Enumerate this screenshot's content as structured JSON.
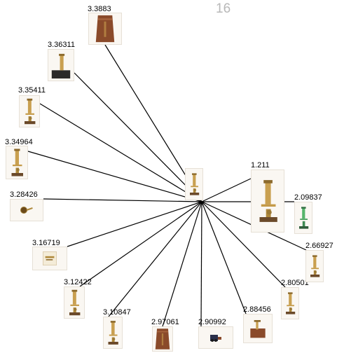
{
  "page_number": "16",
  "center": {
    "name": "query-microscope-thumbnail",
    "icon": "brass-microscope"
  },
  "neighbors": [
    {
      "label": "3.3883",
      "icon": "wooden-box-microscope"
    },
    {
      "label": "3.36311",
      "icon": "dark-base-microscope"
    },
    {
      "label": "3.35411",
      "icon": "brass-microscope"
    },
    {
      "label": "3.34964",
      "icon": "brass-microscope"
    },
    {
      "label": "3.28426",
      "icon": "magnifier-handle"
    },
    {
      "label": "3.16719",
      "icon": "cased-instrument"
    },
    {
      "label": "3.12422",
      "icon": "brass-microscope"
    },
    {
      "label": "3.10847",
      "icon": "brass-microscope"
    },
    {
      "label": "2.97061",
      "icon": "wooden-box-microscope"
    },
    {
      "label": "2.90992",
      "icon": "small-box-device"
    },
    {
      "label": "2.88456",
      "icon": "wooden-box-device"
    },
    {
      "label": "2.80501",
      "icon": "brass-microscope"
    },
    {
      "label": "2.66927",
      "icon": "brass-microscope"
    },
    {
      "label": "2.09837",
      "icon": "green-microscope"
    },
    {
      "label": "1.211",
      "icon": "brass-microscope"
    }
  ]
}
